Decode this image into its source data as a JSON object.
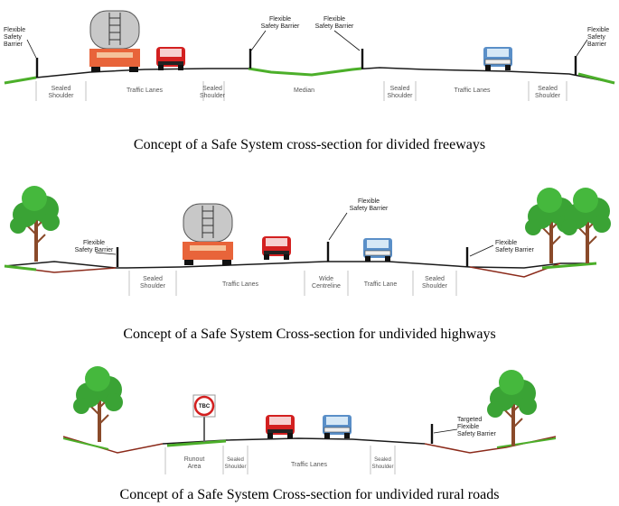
{
  "panels": [
    {
      "caption": "Concept of a Safe System cross-section for divided freeways",
      "callouts": [
        "Flexible\nSafety\nBarrier",
        "Flexible\nSafety Barrier",
        "Flexible\nSafety Barrier",
        "Flexible\nSafety\nBarrier"
      ],
      "segments": [
        "Sealed\nShoulder",
        "Traffic Lanes",
        "Sealed\nShoulder",
        "Median",
        "Sealed\nShoulder",
        "Traffic Lanes",
        "Sealed\nShoulder"
      ]
    },
    {
      "caption": "Concept of a Safe System Cross-section for undivided highways",
      "callouts": [
        "Flexible\nSafety Barrier",
        "Flexible\nSafety Barrier",
        "Flexible\nSafety Barrier"
      ],
      "segments": [
        "Sealed\nShoulder",
        "Traffic Lanes",
        "Wide\nCentreline",
        "Traffic Lane",
        "Sealed\nShoulder"
      ]
    },
    {
      "caption": "Concept of a Safe System Cross-section for undivided rural roads",
      "callouts": [
        "Targeted\nFlexible\nSafety Barrier"
      ],
      "sign_text": "TBC",
      "segments": [
        "Runout\nArea",
        "Sealed\nShoulder",
        "Traffic Lanes",
        "Sealed\nShoulder"
      ]
    }
  ],
  "colors": {
    "road": "#1a1a1a",
    "verge": "#8b2a1a",
    "grass": "#4caf2a",
    "tree_foliage": "#3aa335",
    "tree_trunk": "#8a4a2a",
    "red_car": "#d32020",
    "blue_car": "#5a8fc8",
    "tanker_body": "#c8c8c8",
    "tanker_cab": "#e8643a"
  }
}
